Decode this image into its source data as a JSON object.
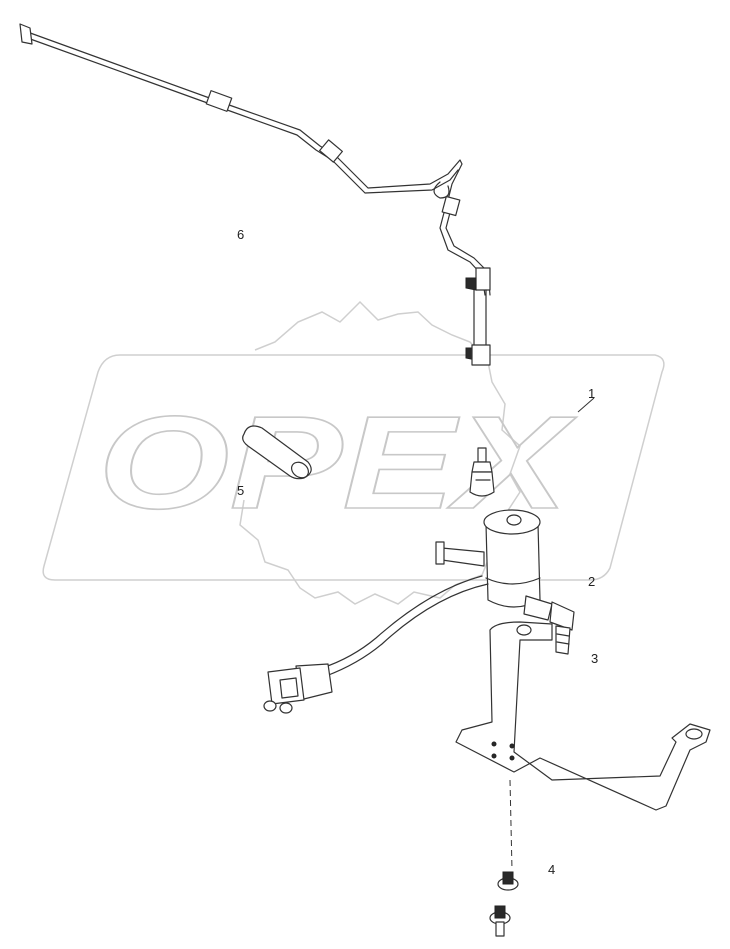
{
  "watermark": {
    "text": "OPEX"
  },
  "callouts": {
    "c1": "1",
    "c2": "2",
    "c3": "3",
    "c4": "4",
    "c5": "5",
    "c6": "6"
  },
  "colors": {
    "line": "#333333",
    "watermark": "#c8c8c8",
    "background": "#ffffff"
  },
  "icons": [
    "gear-watermark-icon"
  ]
}
